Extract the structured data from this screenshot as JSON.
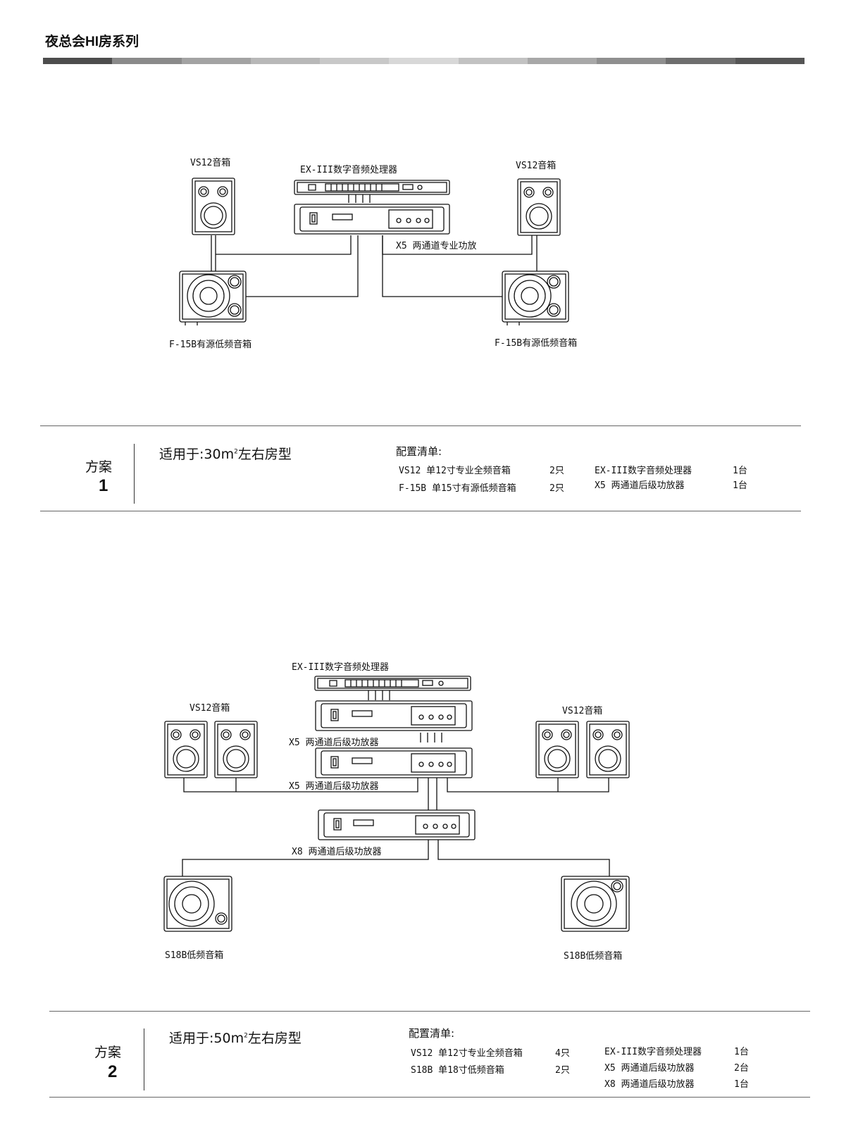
{
  "header": {
    "title": "夜总会HI房系列",
    "bar_colors": [
      "#4d4d4d",
      "#8a8a8a",
      "#a3a3a3",
      "#b8b8b8",
      "#c8c8c8",
      "#d8d8d8",
      "#c2c2c2",
      "#a8a8a8",
      "#8f8f8f",
      "#6e6e6e",
      "#555555"
    ]
  },
  "plan1": {
    "labels": {
      "top_left_speaker": "VS12音箱",
      "processor": "EX-III数字音频处理器",
      "top_right_speaker": "VS12音箱",
      "amplifier": "X5 两通道专业功放",
      "bottom_left_sub": "F-15B有源低频音箱",
      "bottom_right_sub": "F-15B有源低频音箱"
    },
    "plan_word": "方案",
    "plan_number": "1",
    "suitable_prefix": "适用于:30",
    "suitable_unit": "m",
    "suitable_sup": "2",
    "suitable_suffix": "左右房型",
    "config_title": "配置清单:",
    "config_left": [
      {
        "item": "VS12 单12寸专业全频音箱",
        "qty": "2只"
      },
      {
        "item": "F-15B 单15寸有源低频音箱",
        "qty": "2只"
      }
    ],
    "config_right": [
      {
        "item": "EX-III数字音频处理器",
        "qty": "1台"
      },
      {
        "item": "X5 两通道后级功放器",
        "qty": "1台"
      }
    ]
  },
  "plan2": {
    "labels": {
      "processor": "EX-III数字音频处理器",
      "left_speakers": "VS12音箱",
      "right_speakers": "VS12音箱",
      "amp1": "X5 两通道后级功放器",
      "amp2": "X5 两通道后级功放器",
      "amp3": "X8 两通道后级功放器",
      "bottom_left_sub": "S18B低频音箱",
      "bottom_right_sub": "S18B低频音箱"
    },
    "plan_word": "方案",
    "plan_number": "2",
    "suitable_prefix": "适用于:50",
    "suitable_unit": "m",
    "suitable_sup": "2",
    "suitable_suffix": "左右房型",
    "config_title": "配置清单:",
    "config_left": [
      {
        "item": "VS12 单12寸专业全频音箱",
        "qty": "4只"
      },
      {
        "item": "S18B 单18寸低频音箱",
        "qty": "2只"
      }
    ],
    "config_right": [
      {
        "item": "EX-III数字音频处理器",
        "qty": "1台"
      },
      {
        "item": "X5 两通道后级功放器",
        "qty": "2台"
      },
      {
        "item": "X8 两通道后级功放器",
        "qty": "1台"
      }
    ]
  }
}
